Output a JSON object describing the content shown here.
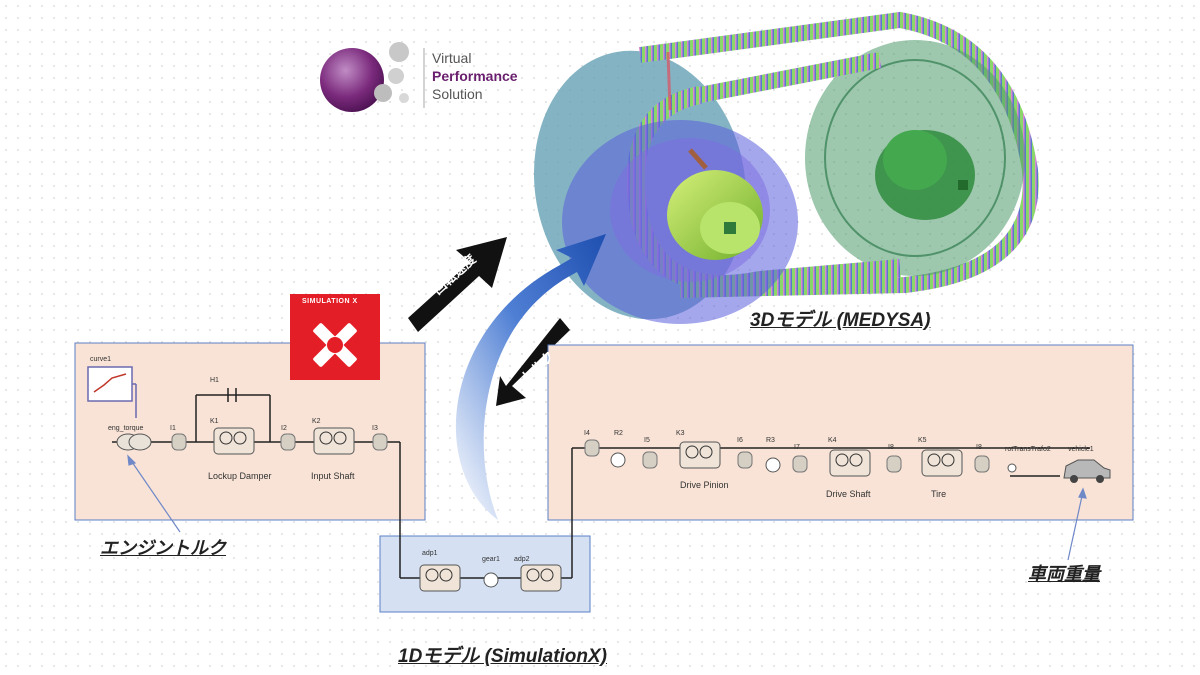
{
  "logo": {
    "line1": "Virtual",
    "line2": "Performance",
    "line3": "Solution"
  },
  "simx_logo": {
    "text": "SIMULATION X"
  },
  "arrows": {
    "speed": "回転速度",
    "torque": "トルク"
  },
  "model_3d": {
    "title": "3Dモデル (MEDYSA)"
  },
  "model_1d": {
    "title": "1Dモデル (SimulationX)"
  },
  "callouts": {
    "engine_torque": "エンジントルク",
    "vehicle_weight": "車両重量"
  },
  "left_diagram": {
    "curve": "curve1",
    "eng_torque": "eng_torque",
    "i1": "I1",
    "h1": "H1",
    "k1": "K1",
    "i2": "I2",
    "k2": "K2",
    "i3": "I3",
    "lockup": "Lockup Damper",
    "input_shaft": "Input Shaft"
  },
  "middle_diagram": {
    "adp1": "adp1",
    "gear1": "gear1",
    "adp2": "adp2"
  },
  "right_diagram": {
    "i4": "I4",
    "r2": "R2",
    "i5": "I5",
    "k3": "K3",
    "i6": "I6",
    "r3": "R3",
    "i7": "I7",
    "k4": "K4",
    "i8a": "I8",
    "k5": "K5",
    "i8b": "I8",
    "rotrans": "rotTransTrafo2",
    "vehicle": "vehicle1",
    "drive_pinion": "Drive Pinion",
    "drive_shaft": "Drive Shaft",
    "tire": "Tire"
  },
  "colors": {
    "panel_fill": "#f8e3d6",
    "panel_border": "#5b7fc4",
    "mid_panel": "#d5e1f3",
    "logo_purple": "#7b2a7c",
    "pulley_green": "#a8e05a",
    "belt_blue": "#3b5fcf"
  }
}
